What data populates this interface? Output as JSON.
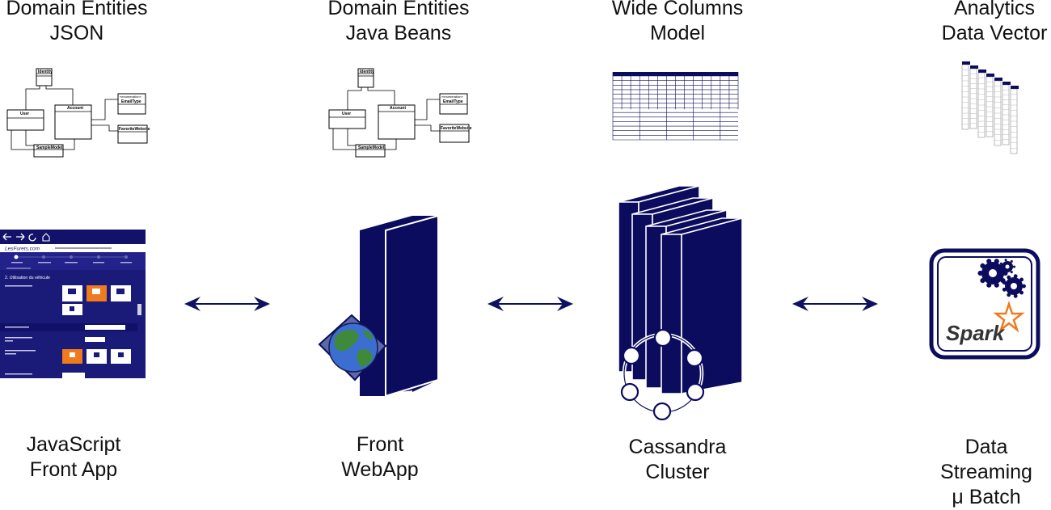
{
  "columns": [
    {
      "title": "Domain Entities\nJSON",
      "caption": "JavaScript\nFront App"
    },
    {
      "title": "Domain Entities\nJava Beans",
      "caption": "Front\nWebApp"
    },
    {
      "title": "Wide Columns\nModel",
      "caption": "Cassandra\nCluster"
    },
    {
      "title": "Analytics\nData Vector",
      "caption": "Data\nStreaming\nμ Batch"
    }
  ],
  "uml": {
    "identity": "Identity",
    "user": "User",
    "account": "Account",
    "stereotype": "«enumeration»",
    "email_type": "EmailType",
    "favorite_website": "FavoriteWebsite",
    "sample_model": "SampleModel"
  },
  "spark_logo": "Spark",
  "app_screenshot": {
    "brand": "LesFurets.com",
    "section_title": "2. Utilisation du véhicule"
  },
  "colors": {
    "navy": "#0c0c5e",
    "arrow": "#101060",
    "orange": "#f07a1e"
  }
}
